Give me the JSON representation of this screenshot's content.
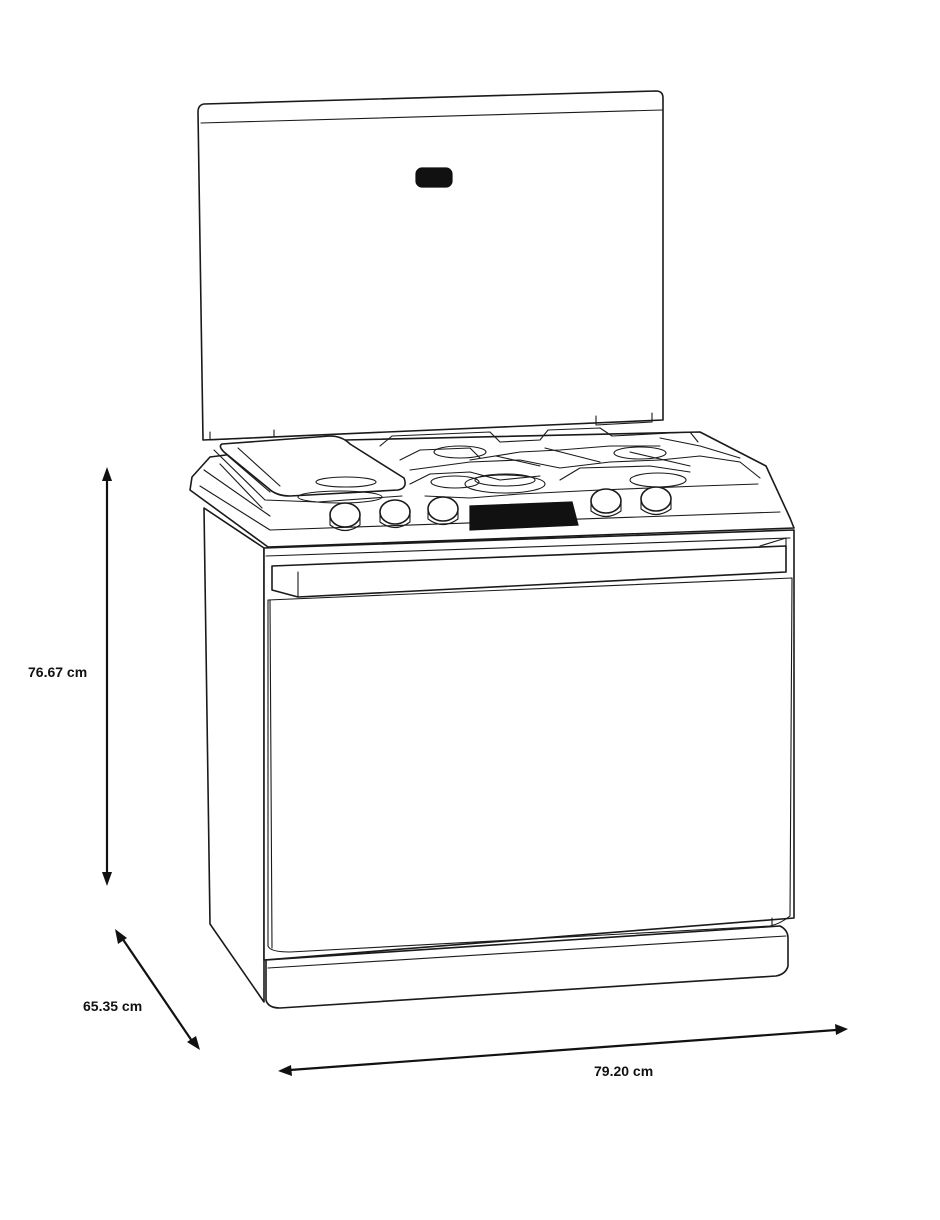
{
  "dimensions": {
    "height": "76.67 cm",
    "depth": "65.35 cm",
    "width": "79.20 cm"
  },
  "colors": {
    "line": "#1a1a1a",
    "background": "#ffffff",
    "panel": "#111111"
  }
}
